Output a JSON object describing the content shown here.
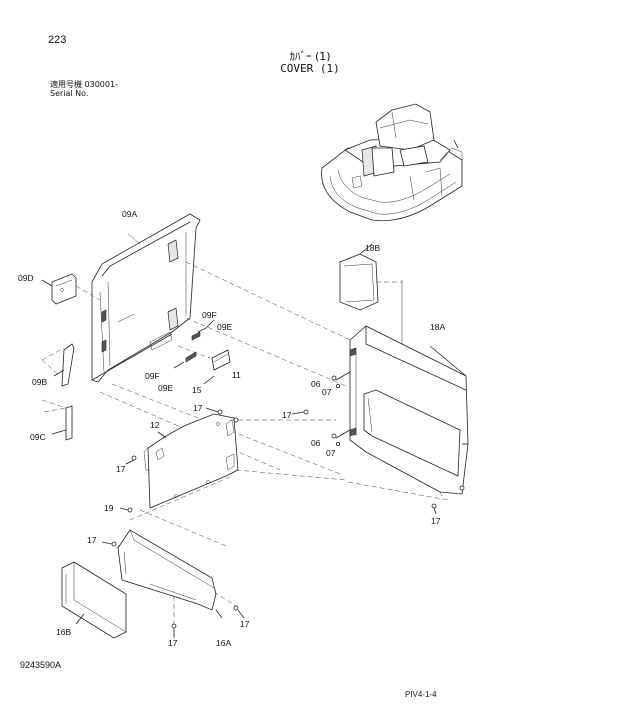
{
  "header": {
    "page_number": "223",
    "title_jp": "ｶﾊﾞｰ (1)",
    "title_en": "COVER (1)",
    "serial_jp": "適用号機  030001-",
    "serial_en": "Serial No."
  },
  "footer": {
    "doc_code": "9243590A",
    "ref_code": "PIV4-1-4"
  },
  "callouts": {
    "c09A": "09A",
    "c09D": "09D",
    "c09B": "09B",
    "c09C": "09C",
    "c09F_1": "09F",
    "c09E_1": "09E",
    "c09F_2": "09F",
    "c09E_2": "09E",
    "c11": "11",
    "c15": "15",
    "c18B": "18B",
    "c18A": "18A",
    "c06_1": "06",
    "c07_1": "07",
    "c06_2": "06",
    "c07_2": "07",
    "c17_1": "17",
    "c17_2": "17",
    "c17_3": "17",
    "c17_4": "17",
    "c17_5": "17",
    "c17_6": "17",
    "c17_7": "17",
    "c12": "12",
    "c19": "19",
    "c16B": "16B",
    "c16A": "16A"
  }
}
